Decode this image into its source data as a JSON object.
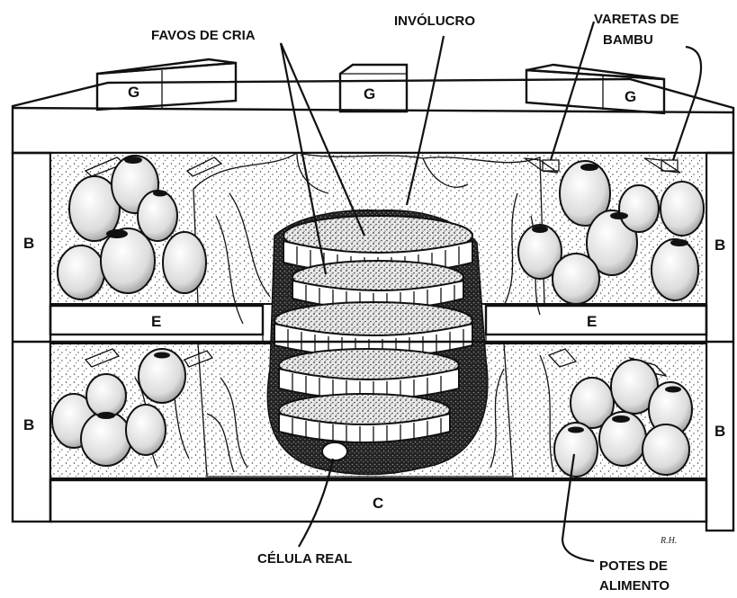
{
  "labels": {
    "favos_de_cria": "FAVOS DE CRIA",
    "involucro": "INVÓLUCRO",
    "varetas_line1": "VARETAS DE",
    "varetas_line2": "BAMBU",
    "celula_real": "CÉLULA REAL",
    "potes_line1": "POTES DE",
    "potes_line2": "ALIMENTO"
  },
  "box_letters": {
    "g": "G",
    "b": "B",
    "e": "E",
    "c": "C"
  },
  "signature": "R.H."
}
